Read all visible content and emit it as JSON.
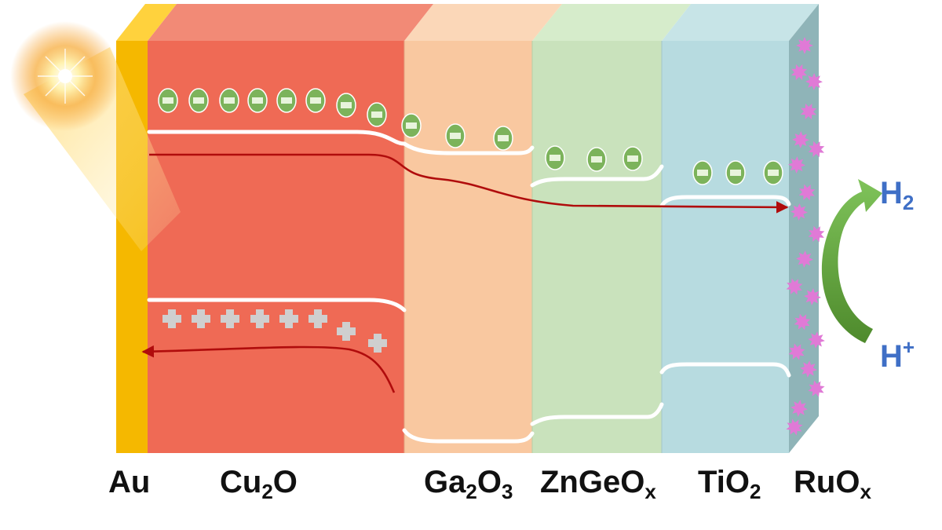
{
  "labels": {
    "au": "Au",
    "cu2o": {
      "base": "Cu",
      "sub": "2",
      "tail": "O"
    },
    "ga2o3": {
      "base": "Ga",
      "sub1": "2",
      "mid": "O",
      "sub2": "3"
    },
    "zngeox": {
      "base": "ZnGeO",
      "sub": "x"
    },
    "tio2": {
      "base": "TiO",
      "sub": "2"
    },
    "ruox": {
      "base": "RuO",
      "sub": "x"
    },
    "h2": {
      "base": "H",
      "sub": "2"
    },
    "hplus": {
      "base": "H",
      "sup": "+"
    }
  },
  "colors": {
    "au": "#f5b800",
    "cu2o": "#ef6a55",
    "ga2o3": "#f9c8a0",
    "zngeox": "#c9e2bc",
    "tio2": "#b7dbe0",
    "ruox": "#8fb4b8",
    "catalyst": "#e07ad6",
    "electron": "#7cb35b",
    "hole": "#cfcfcf",
    "arrow": "#b00c0c",
    "reaction_arrow": "#6aa544",
    "band_edge": "#ffffff"
  },
  "icons": {
    "sun": "sun-icon",
    "electron": "electron-icon",
    "hole": "hole-icon",
    "catalyst": "catalyst-particle-icon"
  }
}
